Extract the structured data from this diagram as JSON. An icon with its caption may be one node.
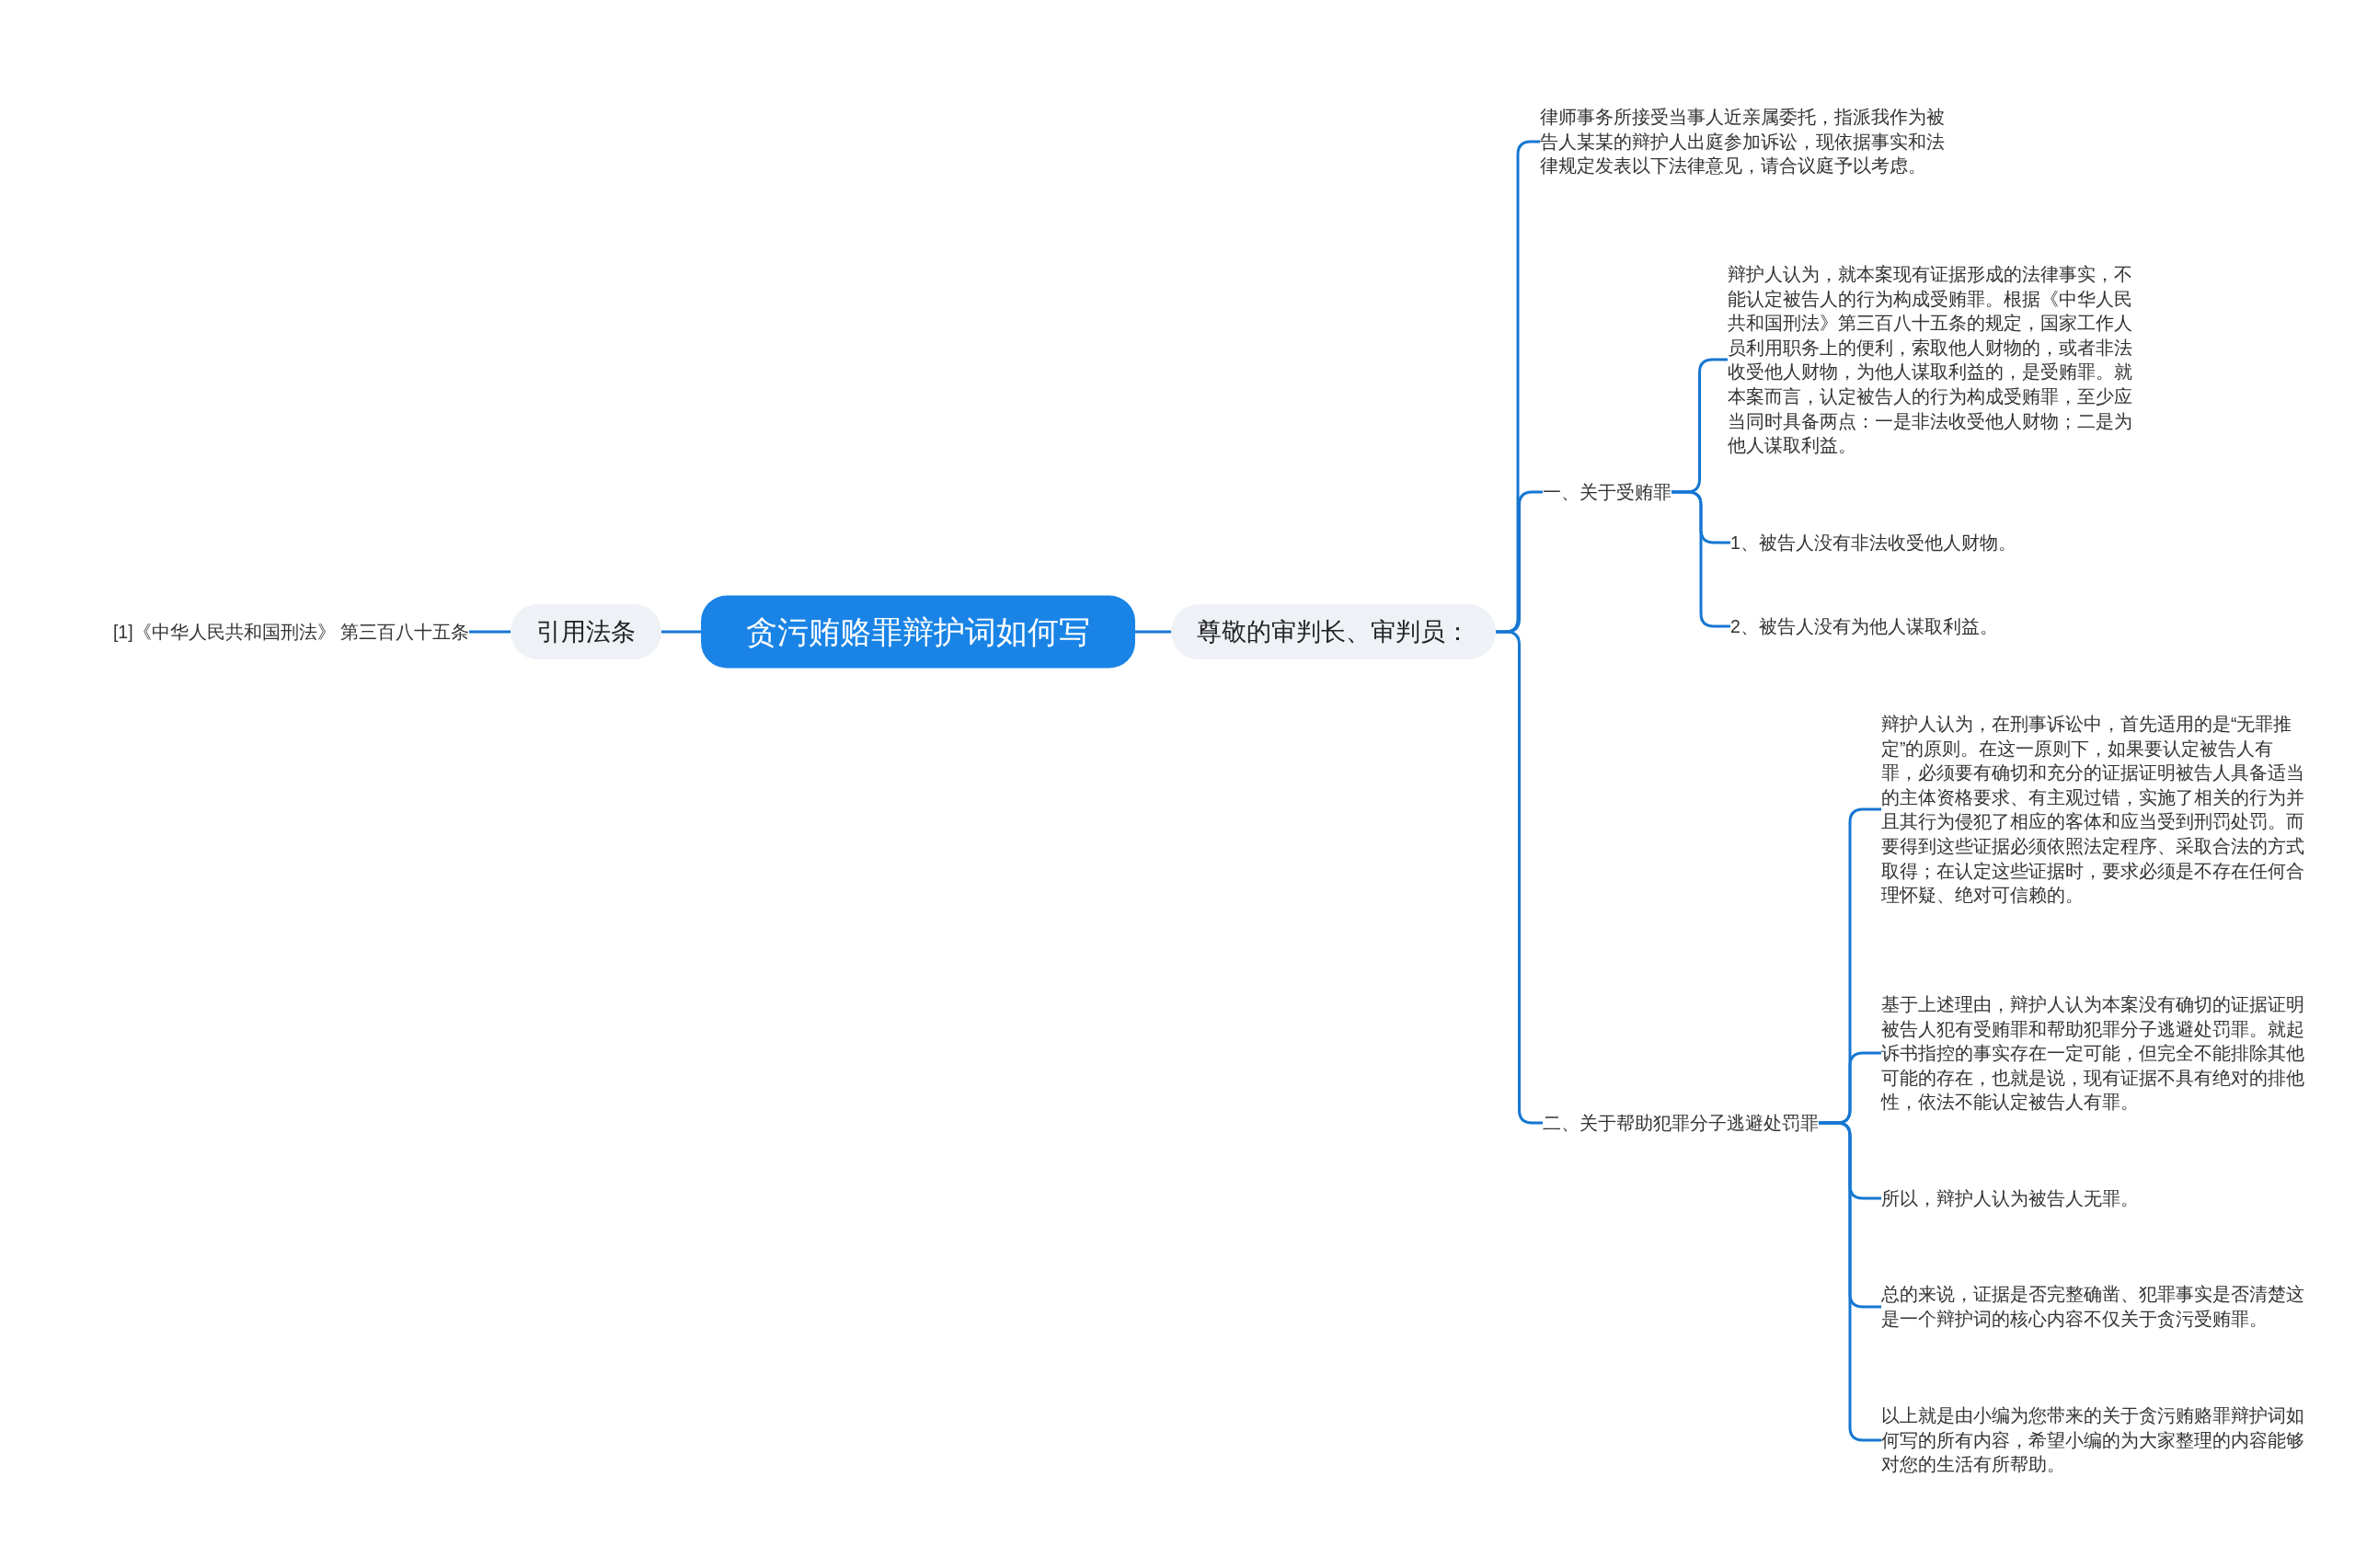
{
  "diagram": {
    "nodes": [
      {
        "text": [
          "贪污贿赂罪辩护词如何写"
        ]
      },
      {
        "text": [
          "引用法条"
        ]
      },
      {
        "text": [
          "[1]《中华人民共和国刑法》 第三百八十五条"
        ]
      },
      {
        "text": [
          "尊敬的审判长、审判员："
        ]
      },
      {
        "text": [
          "律师事务所接受当事人近亲属委托，指派我作为被告人某某的辩护人出庭参加诉讼，现依据事实和法律规定发表以下法律意见，请合议庭予以考虑。"
        ]
      },
      {
        "text": [
          "一、关于受贿罪"
        ]
      },
      {
        "text": [
          "辩护人认为，就本案现有证据形成的法律事实，不能认定被告人的行为构成受贿罪。根据《中华人民共和国刑法》第三百八十五条的规定，国家工作人员利用职务上的便利，索取他人财物的，或者非法收受他人财物，为他人谋取利益的，是受贿罪。就本案而言，认定被告人的行为构成受贿罪，至少应当同时具备两点：一是非法收受他人财物；二是为他人谋取利益。"
        ]
      },
      {
        "text": [
          "1、被告人没有非法收受他人财物。"
        ]
      },
      {
        "text": [
          "2、被告人没有为他人谋取利益。"
        ]
      },
      {
        "text": [
          "二、关于帮助犯罪分子逃避处罚罪"
        ]
      },
      {
        "text": [
          "辩护人认为，在刑事诉讼中，首先适用的是“无罪推定”的原则。在这一原则下，如果要认定被告人有罪，必须要有确切和充分的证据证明被告人具备适当的主体资格要求、有主观过错，实施了相关的行为并且其行为侵犯了相应的客体和应当受到刑罚处罚。而要得到这些证据必须依照法定程序、采取合法的方式取得；在认定这些证据时，要求必须是不存在任何合理怀疑、绝对可信赖的。"
        ]
      },
      {
        "text": [
          "基于上述理由，辩护人认为本案没有确切的证据证明被告人犯有受贿罪和帮助犯罪分子逃避处罚罪。就起诉书指控的事实存在一定可能，但完全不能排除其他可能的存在，也就是说，现有证据不具有绝对的排他性，依法不能认定被告人有罪。"
        ]
      },
      {
        "text": [
          "所以，辩护人认为被告人无罪。"
        ]
      },
      {
        "text": [
          "总的来说，证据是否完整确凿、犯罪事实是否清楚这是一个辩护词的核心内容不仅关于贪污受贿罪。"
        ]
      },
      {
        "text": [
          "以上就是由小编为您带来的关于贪污贿赂罪辩护词如何写的所有内容，希望小编的为大家整理的内容能够对您的生活有所帮助。"
        ]
      }
    ],
    "edges": [
      {
        "from": 0,
        "to": 1,
        "arrow": "none"
      },
      {
        "from": 1,
        "to": 2,
        "arrow": "none"
      },
      {
        "from": 0,
        "to": 3,
        "arrow": "none"
      },
      {
        "from": 3,
        "to": 4,
        "arrow": "none"
      },
      {
        "from": 3,
        "to": 5,
        "arrow": "none"
      },
      {
        "from": 3,
        "to": 9,
        "arrow": "none"
      },
      {
        "from": 5,
        "to": 6,
        "arrow": "none"
      },
      {
        "from": 5,
        "to": 7,
        "arrow": "none"
      },
      {
        "from": 5,
        "to": 8,
        "arrow": "none"
      },
      {
        "from": 9,
        "to": 10,
        "arrow": "none"
      },
      {
        "from": 9,
        "to": 11,
        "arrow": "none"
      },
      {
        "from": 9,
        "to": 12,
        "arrow": "none"
      },
      {
        "from": 9,
        "to": 13,
        "arrow": "none"
      },
      {
        "from": 9,
        "to": 14,
        "arrow": "none"
      }
    ]
  }
}
